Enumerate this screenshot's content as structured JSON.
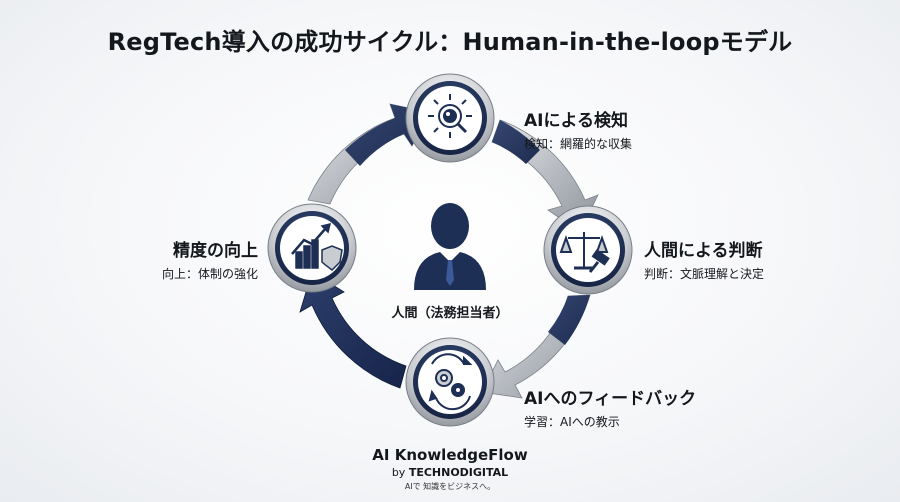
{
  "title": "RegTech導入の成功サイクル：Human-in-the-loopモデル",
  "nodes": {
    "top": {
      "heading": "AIによる検知",
      "sub": "検知：網羅的な収集",
      "icon": "eye-search-icon"
    },
    "right": {
      "heading": "人間による判断",
      "sub": "判断：文脈理解と決定",
      "icon": "scales-gavel-icon"
    },
    "bottom": {
      "heading": "AIへのフィードバック",
      "sub": "学習：AIへの教示",
      "icon": "gears-cycle-icon"
    },
    "left": {
      "heading": "精度の向上",
      "sub": "向上：体制の強化",
      "icon": "growth-chart-shield-icon"
    }
  },
  "center": {
    "label": "人間（法務担当者）",
    "icon": "person-icon"
  },
  "brand": {
    "name": "AI KnowledgeFlow",
    "by_prefix": "by ",
    "by_name": "TECHNODIGITAL",
    "tagline": "AIで 知識をビジネスへ。"
  },
  "colors": {
    "navy": "#1e2f55",
    "silver": "#a9adb3",
    "accent": "#2d4d86"
  }
}
